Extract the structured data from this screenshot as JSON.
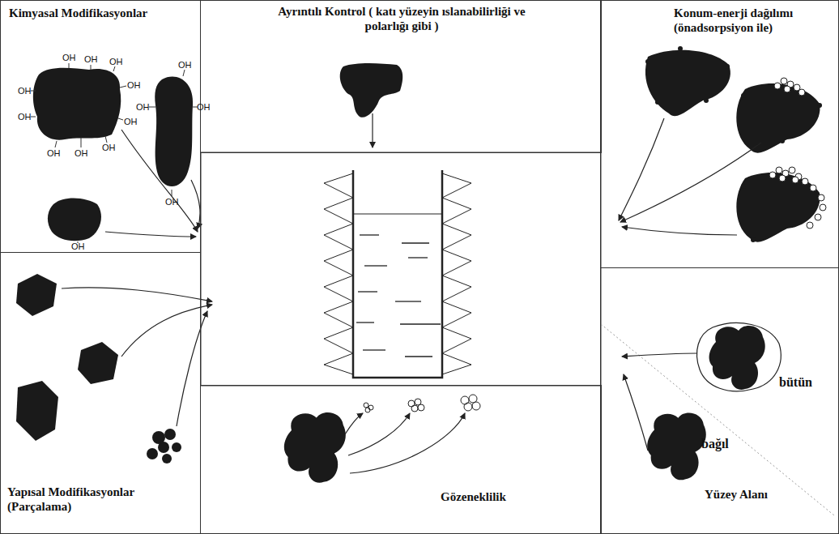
{
  "diagram": {
    "nodes": [
      {
        "text": [
          "Kimyasal  Modifikasyonlar"
        ]
      },
      {
        "text": [
          "Ayrıntılı Kontrol ( katı yüzeyin ıslanabilirliği ve polarlığı gibi )"
        ]
      },
      {
        "text": [
          "Konum-enerji dağılımı (önadsorpsiyon ile)"
        ]
      },
      {
        "text": [
          "Yapısal Modifikasyonlar (Parçalama)"
        ]
      },
      {
        "text": [
          "Gözeneklilik"
        ]
      },
      {
        "text": [
          "bütün",
          "bağıl",
          "Yüzey Alanı"
        ]
      }
    ],
    "labels": [
      "OH",
      "OH",
      "OH",
      "OH",
      "OH",
      "OH",
      "OH",
      "OH",
      "OH",
      "OH",
      "OH",
      "OH",
      "OH",
      "OH",
      "OH"
    ]
  }
}
